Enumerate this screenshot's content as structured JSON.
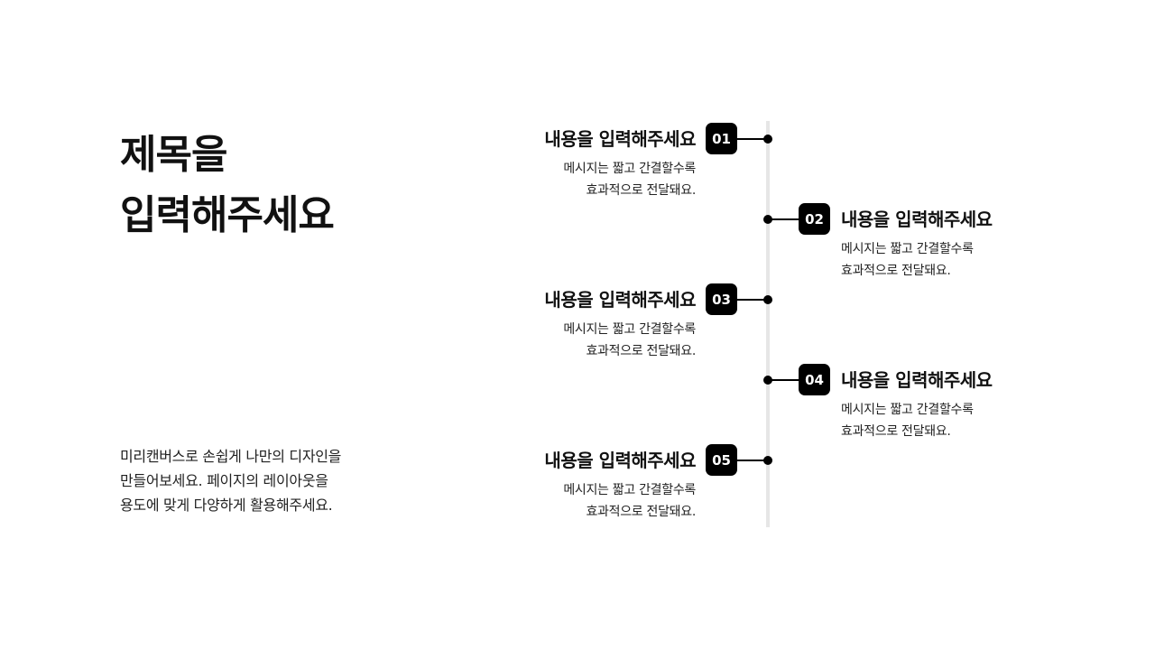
{
  "title": {
    "line1": "제목을",
    "line2": "입력해주세요"
  },
  "body": {
    "line1": "미리캔버스로 손쉽게 나만의 디자인을",
    "line2": "만들어보세요. 페이지의 레이아웃을",
    "line3": "용도에 맞게 다양하게 활용해주세요."
  },
  "timeline": [
    {
      "number": "01",
      "side": "left",
      "heading": "내용을 입력해주세요",
      "desc1": "메시지는 짧고 간결할수록",
      "desc2": "효과적으로 전달돼요."
    },
    {
      "number": "02",
      "side": "right",
      "heading": "내용을 입력해주세요",
      "desc1": "메시지는 짧고 간결할수록",
      "desc2": "효과적으로 전달돼요."
    },
    {
      "number": "03",
      "side": "left",
      "heading": "내용을 입력해주세요",
      "desc1": "메시지는 짧고 간결할수록",
      "desc2": "효과적으로 전달돼요."
    },
    {
      "number": "04",
      "side": "right",
      "heading": "내용을 입력해주세요",
      "desc1": "메시지는 짧고 간결할수록",
      "desc2": "효과적으로 전달돼요."
    },
    {
      "number": "05",
      "side": "left",
      "heading": "내용을 입력해주세요",
      "desc1": "메시지는 짧고 간결할수록",
      "desc2": "효과적으로 전달돼요."
    }
  ],
  "colors": {
    "accent": "#000000",
    "axis": "#e6e6e6"
  }
}
